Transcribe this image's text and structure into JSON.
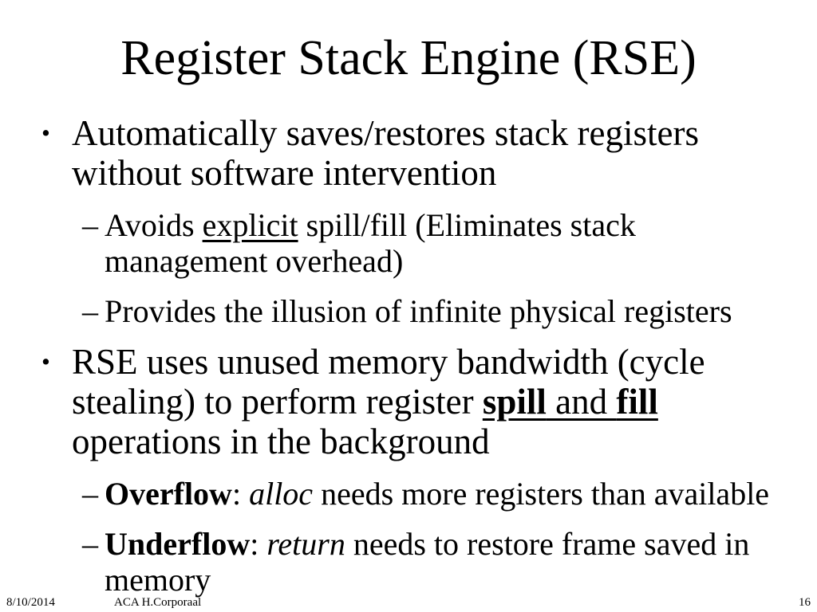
{
  "colors": {
    "background": "#ffffff",
    "text": "#000000"
  },
  "slide": {
    "title": "Register Stack Engine (RSE)",
    "bullets": [
      {
        "level": 1,
        "marker": "•",
        "segments": [
          {
            "t": "Automatically saves/restores stack registers"
          },
          {
            "br": true
          },
          {
            "t": "without software intervention"
          }
        ]
      },
      {
        "level": 2,
        "marker": "–",
        "segments": [
          {
            "t": "Avoids "
          },
          {
            "t": "explicit",
            "u": true
          },
          {
            "t": " spill/fill (Eliminates stack"
          },
          {
            "br": true
          },
          {
            "t": "management overhead)"
          }
        ]
      },
      {
        "level": 2,
        "marker": "–",
        "segments": [
          {
            "t": "Provides the illusion of infinite physical registers"
          }
        ]
      },
      {
        "level": 1,
        "marker": "•",
        "segments": [
          {
            "t": "RSE uses unused memory bandwidth (cycle"
          },
          {
            "br": true
          },
          {
            "t": "stealing) to perform register "
          },
          {
            "t": "spill",
            "b": true,
            "u": true
          },
          {
            "t": " and ",
            "u": true
          },
          {
            "t": "fill",
            "b": true,
            "u": true
          },
          {
            "br": true
          },
          {
            "t": "operations in the background"
          }
        ]
      },
      {
        "level": 2,
        "marker": "–",
        "segments": [
          {
            "t": "Overflow",
            "b": true
          },
          {
            "t": ": "
          },
          {
            "t": "alloc",
            "i": true
          },
          {
            "t": " needs more registers than available"
          }
        ]
      },
      {
        "level": 2,
        "marker": "–",
        "segments": [
          {
            "t": "Underflow",
            "b": true
          },
          {
            "t": ": "
          },
          {
            "t": "return",
            "i": true
          },
          {
            "t": " needs to restore frame saved in"
          },
          {
            "br": true
          },
          {
            "t": "memory"
          }
        ]
      }
    ],
    "footer": {
      "date": "8/10/2014",
      "credit": "ACA H.Corporaal",
      "page": "16"
    }
  }
}
